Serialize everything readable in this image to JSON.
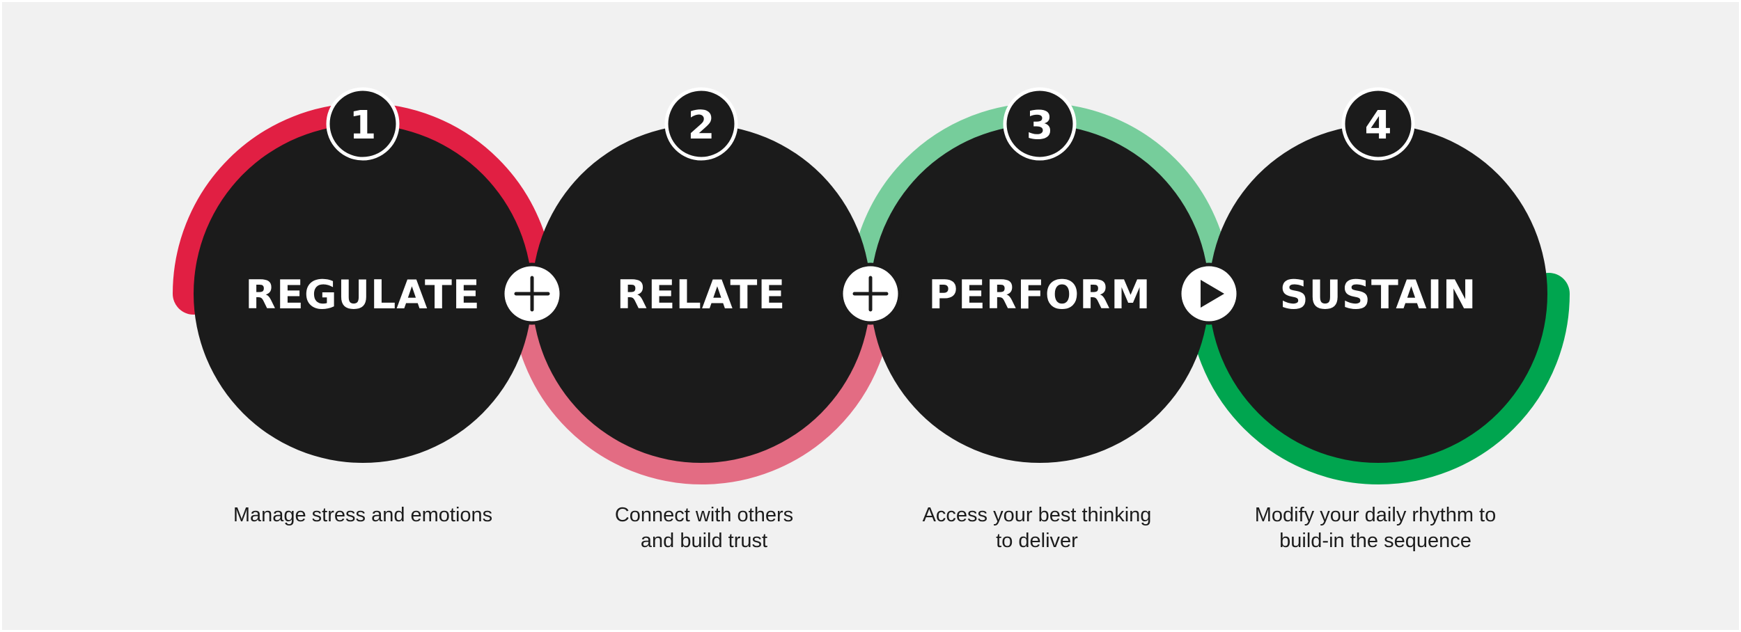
{
  "colors": {
    "background": "#f1f1f1",
    "circle": "#1b1b1b",
    "white": "#ffffff",
    "arc_regulate": "#e11f43",
    "arc_relate": "#e36c83",
    "arc_perform": "#76cd9b",
    "arc_sustain": "#00a54f"
  },
  "steps": [
    {
      "number": "1",
      "title": "REGULATE",
      "description": "Manage stress and emotions"
    },
    {
      "number": "2",
      "title": "RELATE",
      "description": "Connect with others\nand build trust"
    },
    {
      "number": "3",
      "title": "PERFORM",
      "description": "Access your best thinking\nto deliver"
    },
    {
      "number": "4",
      "title": "SUSTAIN",
      "description": "Modify your daily rhythm to\nbuild-in the sequence"
    }
  ],
  "connectors": [
    {
      "icon": "plus-icon"
    },
    {
      "icon": "plus-icon"
    },
    {
      "icon": "play-icon"
    }
  ]
}
